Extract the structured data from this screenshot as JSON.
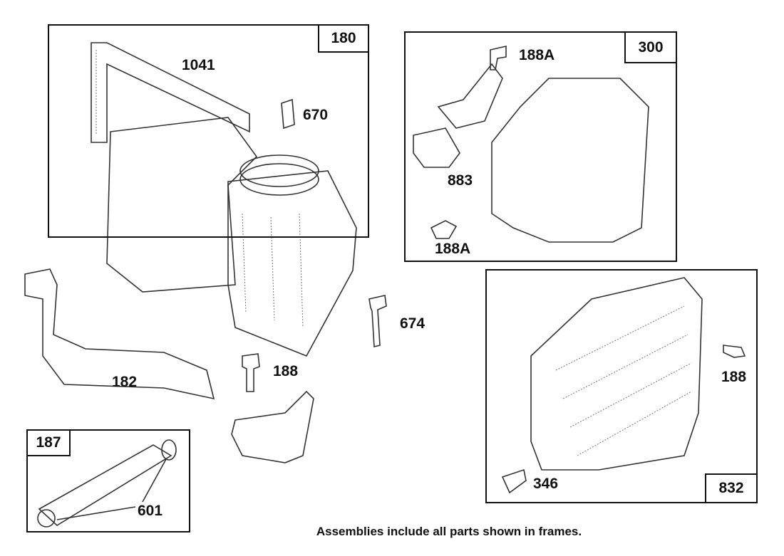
{
  "frames": [
    {
      "id": "180"
    },
    {
      "id": "300"
    },
    {
      "id": "832"
    },
    {
      "id": "187"
    }
  ],
  "part_labels": {
    "p1041": "1041",
    "p670": "670",
    "p188a_top": "188A",
    "p883": "883",
    "p188a_bottom": "188A",
    "p674": "674",
    "p188_center": "188",
    "p182": "182",
    "p188_right": "188",
    "p346": "346",
    "p601": "601"
  },
  "caption": "Assemblies include all parts shown in frames."
}
